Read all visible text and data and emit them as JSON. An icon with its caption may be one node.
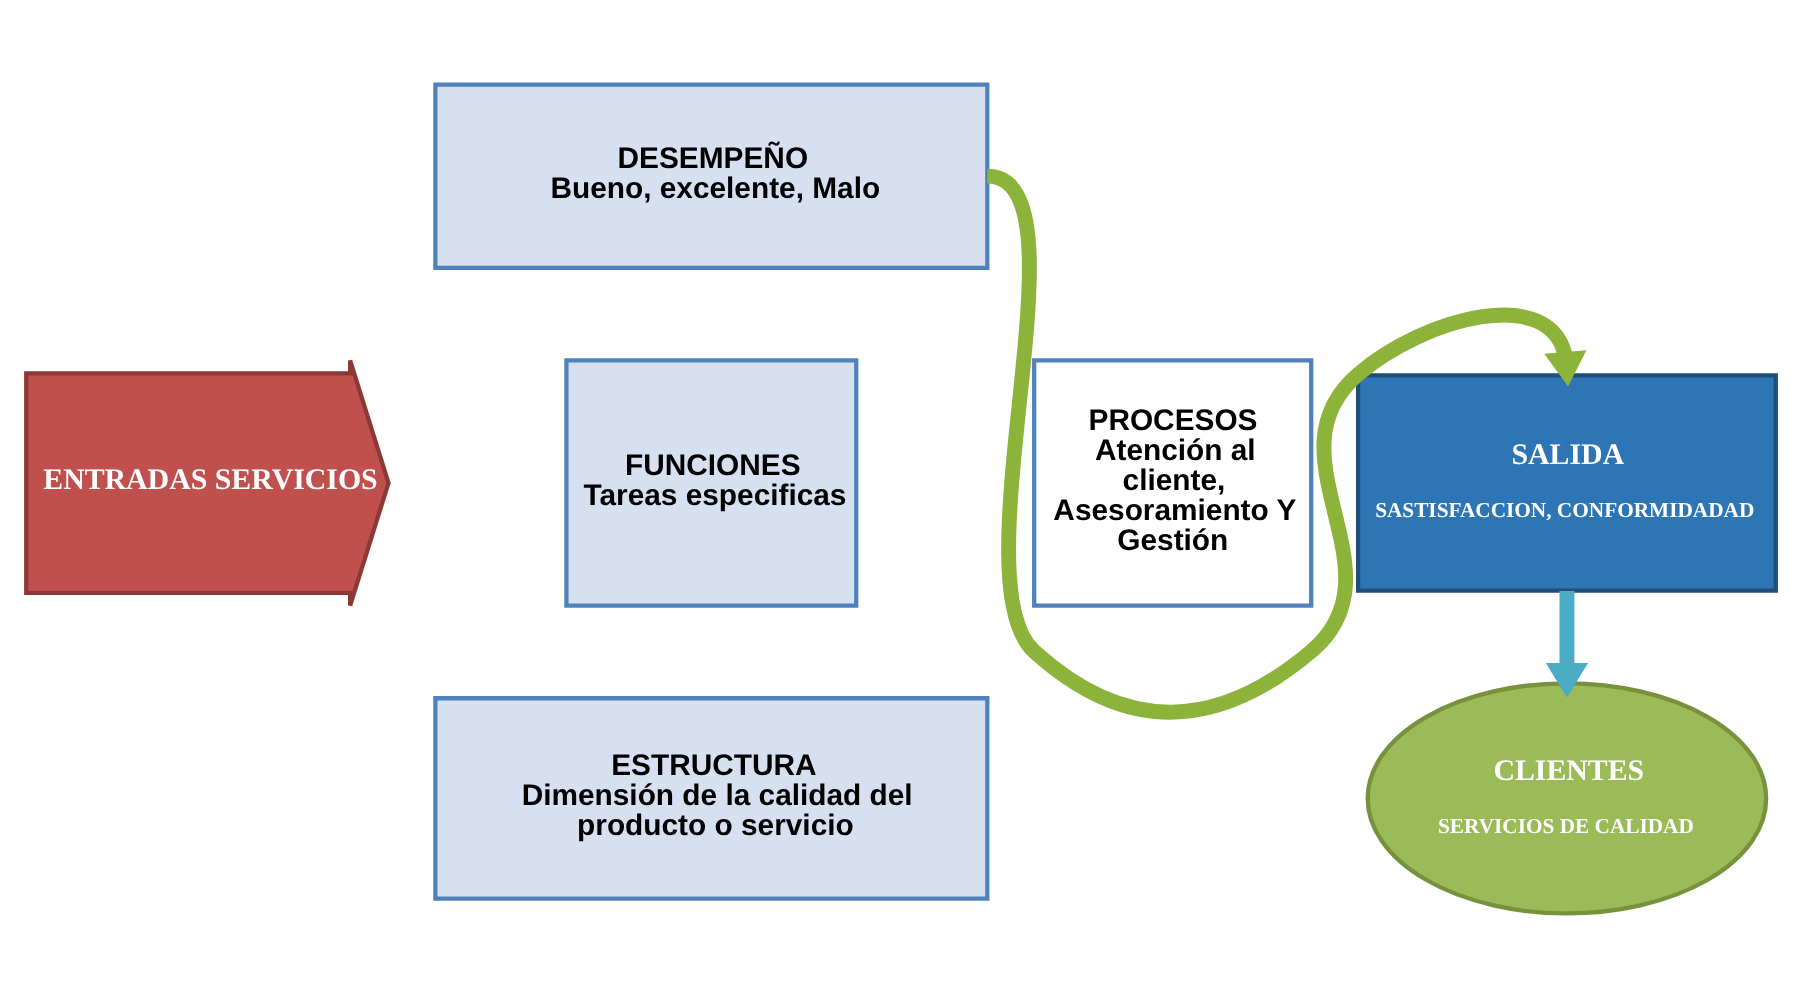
{
  "diagram": {
    "nodes": [
      {
        "text": [
          "ENTRADAS SERVICIOS"
        ]
      },
      {
        "text": [
          "DESEMPEÑO",
          "Bueno, excelente, Malo"
        ]
      },
      {
        "text": [
          "FUNCIONES",
          "Tareas especificas"
        ]
      },
      {
        "text": [
          "PROCESOS",
          "Atención al cliente, Asesoramiento Y Gestión"
        ]
      },
      {
        "text": [
          "ESTRUCTURA",
          "Dimensión de la calidad del producto o servicio"
        ]
      },
      {
        "text": [
          "SALIDA",
          "SASTISFACCION, CONFORMIDADAD"
        ]
      },
      {
        "text": [
          "CLIENTES",
          "SERVICIOS DE CALIDAD"
        ]
      }
    ],
    "edges": [
      {
        "from": 1,
        "to": 5,
        "arrow": "to",
        "color": "#8cb33a"
      },
      {
        "from": 5,
        "to": 6,
        "arrow": "to",
        "color": "#4bacc6"
      }
    ]
  }
}
